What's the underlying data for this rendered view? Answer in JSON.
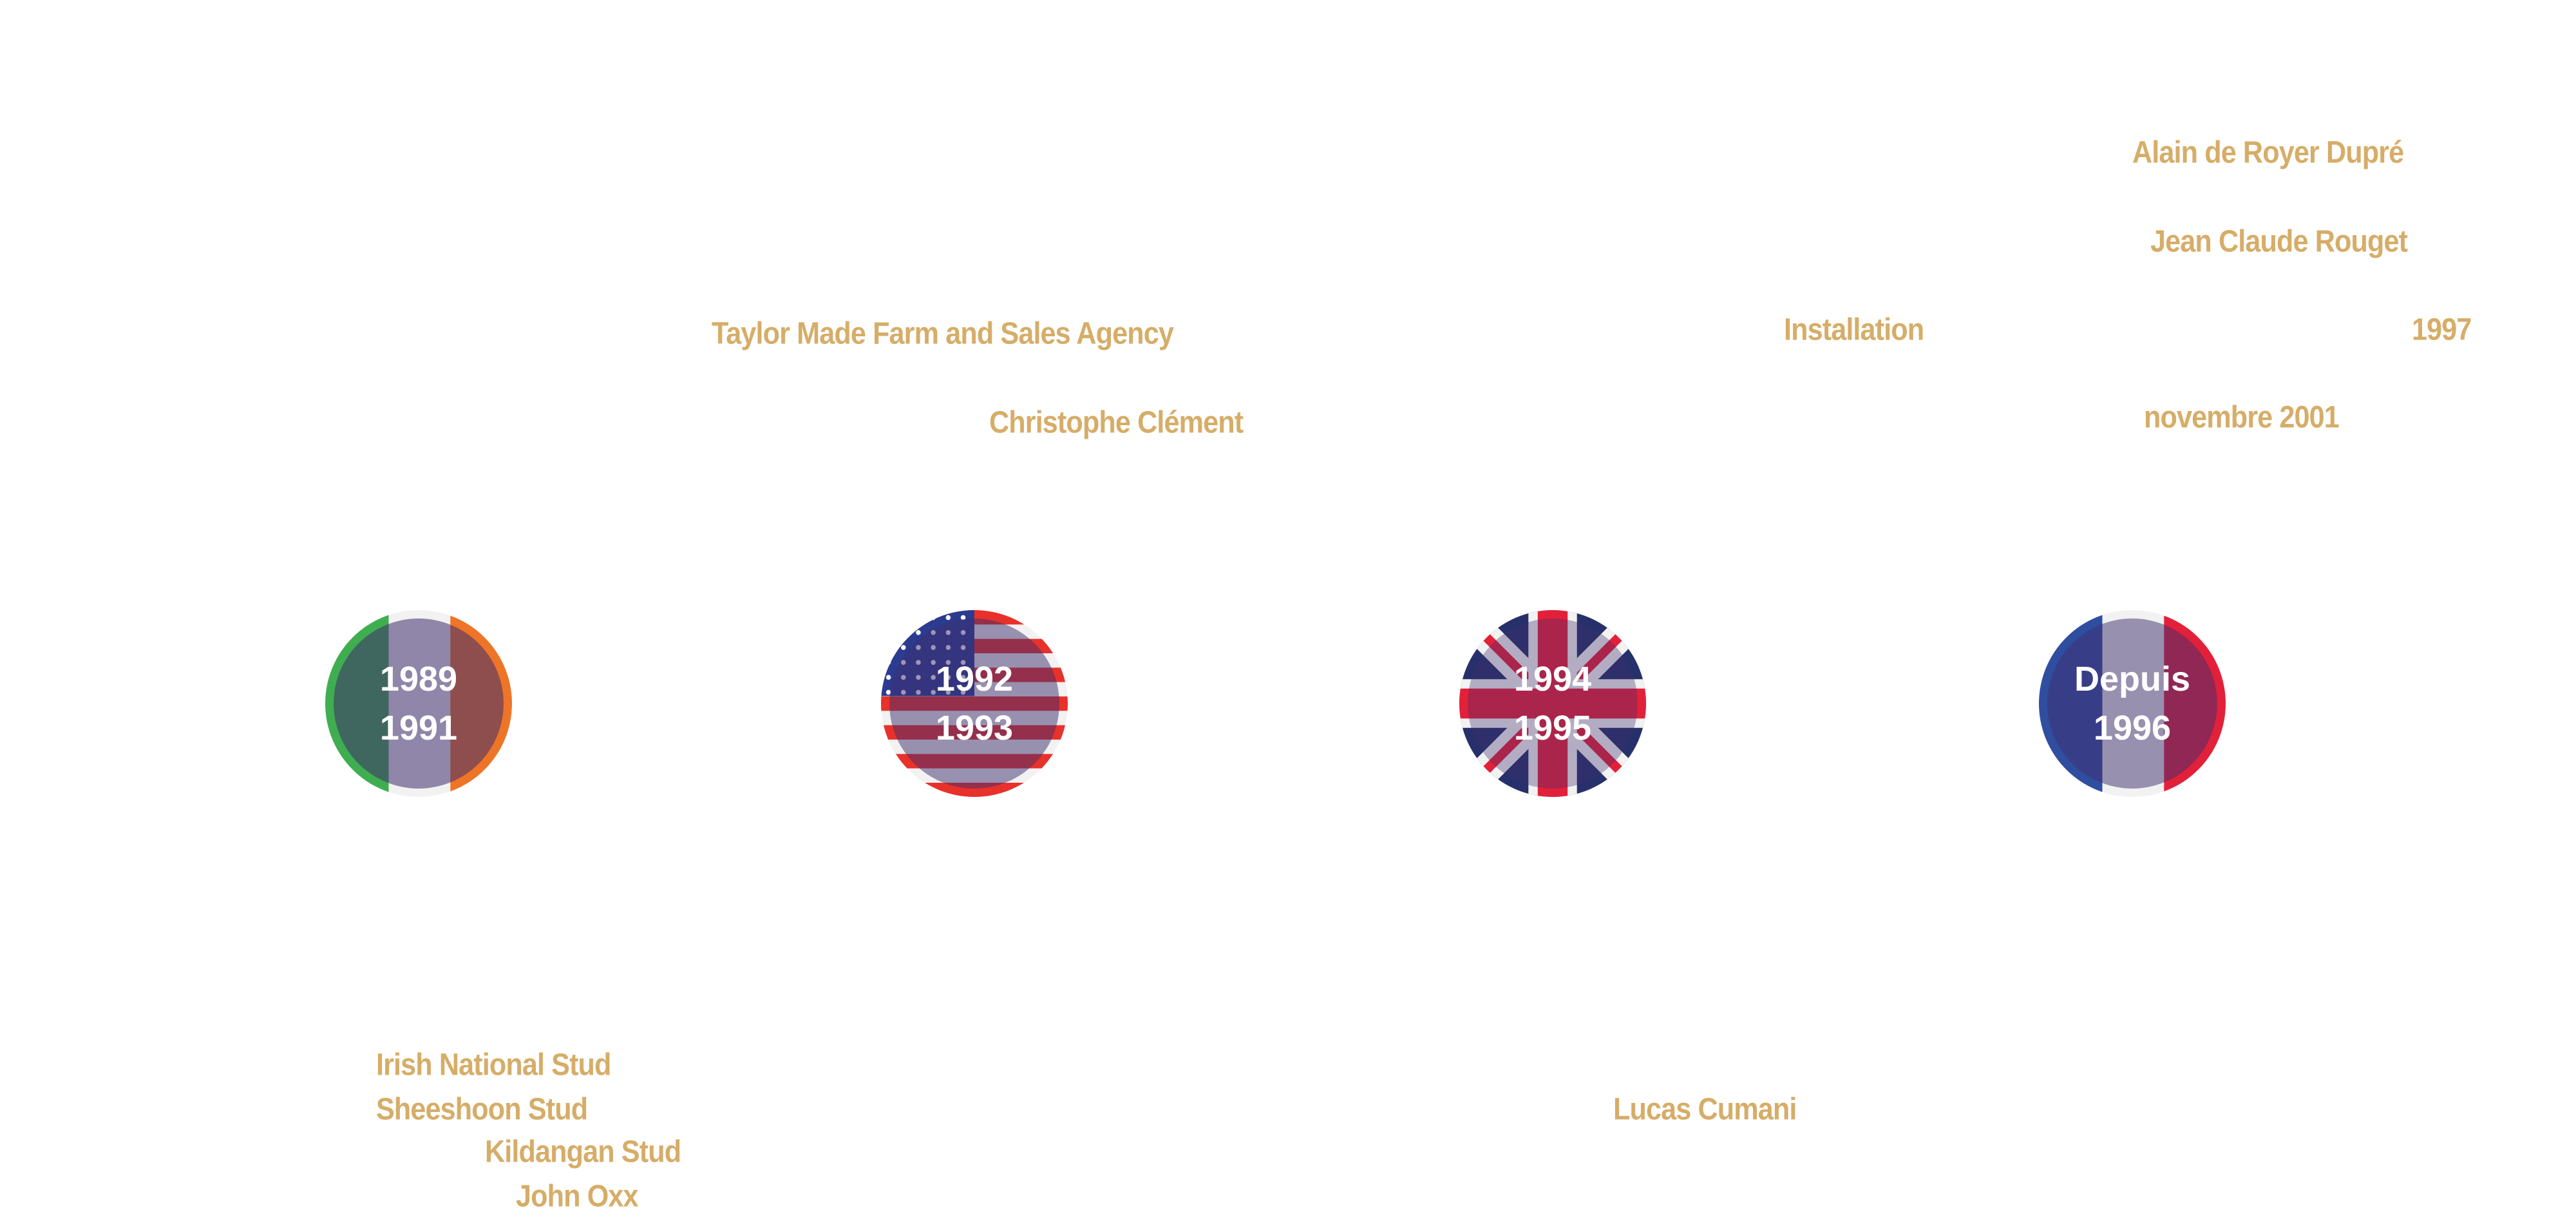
{
  "colors": {
    "label": "#d6ad68",
    "overlay": "#5a5082"
  },
  "periods": [
    {
      "flag": "ireland-flag",
      "line1": "1989",
      "line2": "1991"
    },
    {
      "flag": "usa-flag",
      "line1": "1992",
      "line2": "1993"
    },
    {
      "flag": "uk-flag",
      "line1": "1994",
      "line2": "1995"
    },
    {
      "flag": "france-flag",
      "line1": "Depuis",
      "line2": "1996"
    }
  ],
  "ireland": {
    "items": [
      "Irish National Stud",
      "Sheeshoon Stud",
      "Kildangan Stud",
      "John Oxx"
    ]
  },
  "usa": {
    "items": [
      "Taylor Made Farm and Sales Agency",
      "Christophe Clément"
    ]
  },
  "uk": {
    "items": [
      "Lucas Cumani"
    ]
  },
  "france": {
    "items": [
      "Alain de Royer Dupré",
      "Jean Claude Rouget",
      "Installation",
      "1997",
      "novembre 2001"
    ]
  }
}
